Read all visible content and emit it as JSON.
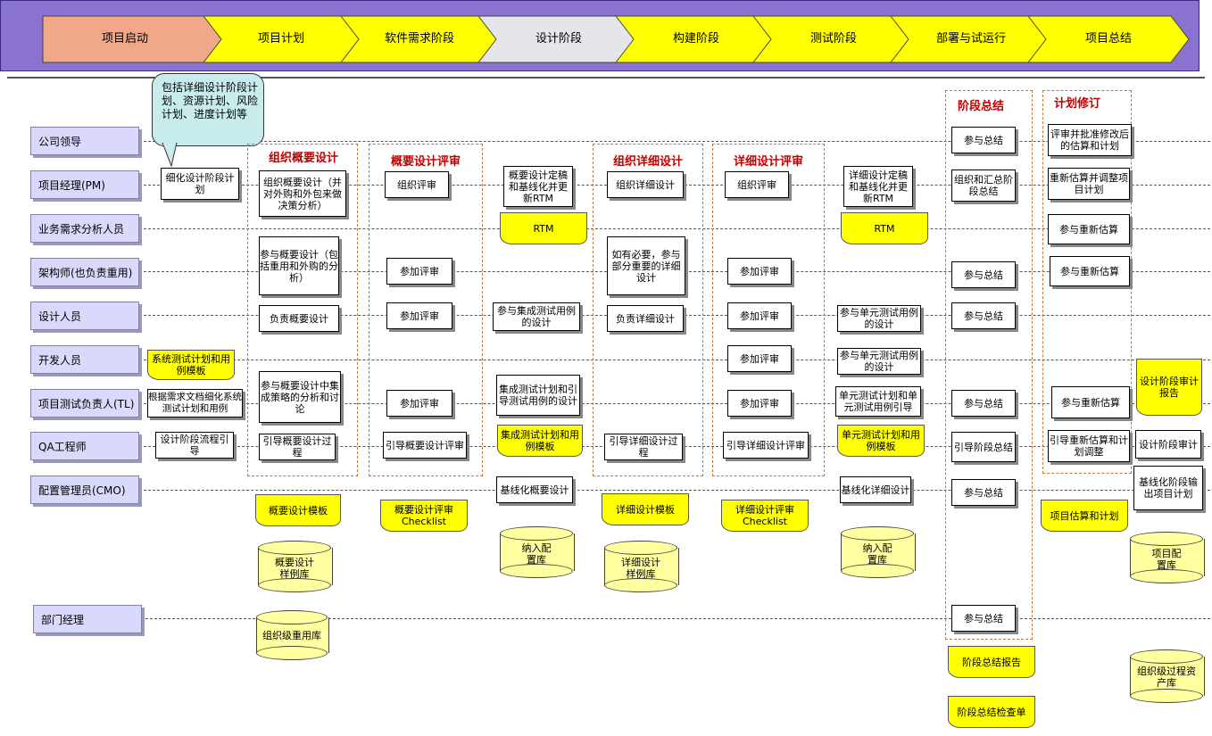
{
  "phases": [
    "项目启动",
    "项目计划",
    "软件需求阶段",
    "设计阶段",
    "构建阶段",
    "测试阶段",
    "部署与试运行",
    "项目总结"
  ],
  "roles": [
    "公司领导",
    "项目经理(PM)",
    "业务需求分析人员",
    "架构师(也负责重用)",
    "设计人员",
    "开发人员",
    "项目测试负责人(TL)",
    "QA工程师",
    "配置管理员(CMO)",
    "部门经理"
  ],
  "callout": "包括详细设计阶段计划、资源计划、风险计划、进度计划等",
  "section_titles": {
    "org_outline": "组织概要设计",
    "outline_review": "概要设计评审",
    "org_detail": "组织详细设计",
    "detail_review": "详细设计评审",
    "stage_summary": "阶段总结",
    "plan_revise": "计划修订"
  },
  "boxes": {
    "refine_plan": "细化设计阶段计划",
    "org_outline_design": "组织概要设计（并对外购和外包来做决策分析）",
    "join_outline": "参与概要设计（包括重用和外购的分析）",
    "resp_outline": "负责概要设计",
    "join_outline_test": "参与概要设计中集成策略的分析和讨论",
    "guide_outline": "引导概要设计过程",
    "org_review_1": "组织评审",
    "join_review_a1": "参加评审",
    "join_review_d1": "参加评审",
    "join_review_t1": "参加评审",
    "guide_outline_review": "引导概要设计评审",
    "outline_finalize": "概要设计定稿和基线化并更新RTM",
    "join_it_case": "参与集成测试用例的设计",
    "it_plan_guide": "集成测试计划和引导测试用例的设计",
    "baseline_outline": "基线化概要设计",
    "org_detail_design": "组织详细设计",
    "join_detail_if_needed": "如有必要，参与部分重要的详细设计",
    "resp_detail": "负责详细设计",
    "guide_detail": "引导详细设计过程",
    "org_review_2": "组织评审",
    "join_review_a2": "参加评审",
    "join_review_d2": "参加评审",
    "join_review_dev2": "参加评审",
    "join_review_t2": "参加评审",
    "guide_detail_review": "引导详细设计评审",
    "detail_finalize": "详细设计定稿和基线化并更新RTM",
    "join_ut_design": "参与单元测试用例的设计",
    "join_ut_design_dev": "参与单元测试用例的设计",
    "ut_plan_guide": "单元测试计划和单元测试用例引导",
    "baseline_detail": "基线化详细设计",
    "sum_leader": "参与总结",
    "sum_org": "组织和汇总阶段总结",
    "sum_arch": "参与总结",
    "sum_design": "参与总结",
    "sum_test": "参与总结",
    "sum_guide": "引导阶段总结",
    "sum_cmo": "参与总结",
    "sum_dept": "参与总结",
    "rev_leader": "评审并批准修改后的估算和计划",
    "rev_pm": "重新估算并调整项目计划",
    "rev_ba": "参与重新估算",
    "rev_arch": "参与重新估算",
    "rev_test": "参与重新估算",
    "rev_qa": "引导重新估算和计划调整",
    "stage_audit": "设计阶段审计",
    "baseline_output": "基线化阶段输出项目计划"
  },
  "yellow": {
    "sys_test_tpl": "系统测试计划和用例模板",
    "rtm1": "RTM",
    "rtm2": "RTM",
    "it_tpl": "集成测试计划和用例模板",
    "ut_tpl": "单元测试计划和用例模板",
    "outline_tpl": "概要设计模板",
    "outline_review_cl": "概要设计评审Checklist",
    "detail_tpl": "详细设计模板",
    "detail_review_cl": "详细设计评审Checklist",
    "audit_report": "设计阶段审计报告",
    "est_plan": "项目估算和计划",
    "sum_report": "阶段总结报告",
    "sum_check": "阶段总结检查单"
  },
  "cylinders": {
    "outline_samples": "概要设计样例库",
    "config1": "纳入配置库",
    "detail_samples": "详细设计样例库",
    "config2": "纳入配置库",
    "project_config": "项目配置库",
    "org_reuse": "组织级重用库",
    "org_assets": "组织级过程资产库"
  },
  "colors": {
    "header_bg": "#8a72d0",
    "phase_active": "#f0a888",
    "phase_current": "#e8e8e8",
    "phase_default": "#ffff00",
    "role_bg": "#d9d9fb",
    "title_red": "#c00000"
  }
}
